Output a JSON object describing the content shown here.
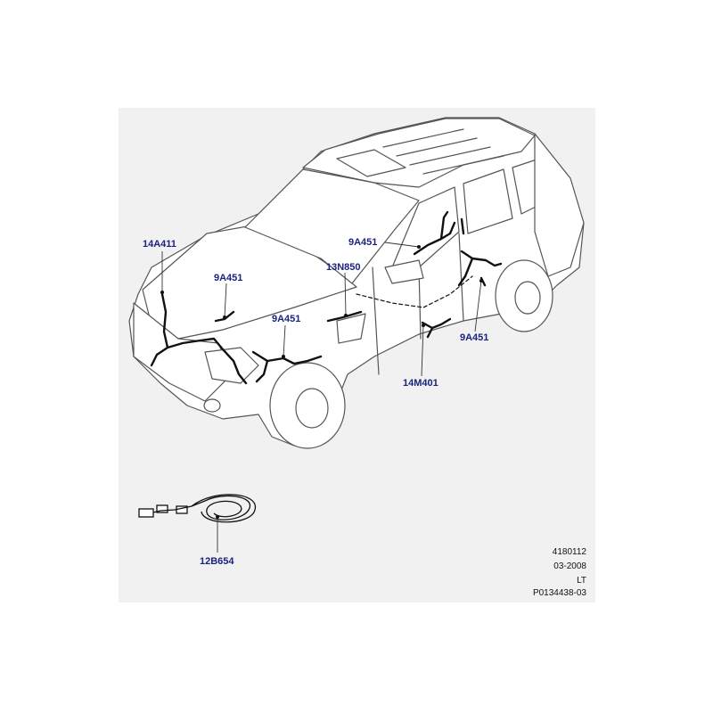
{
  "colors": {
    "panel": "#f1f1f1",
    "callout_text": "#1a237e",
    "outline": "#555555",
    "harness": "#111111"
  },
  "callouts": {
    "c14A411": "14A411",
    "c9A451_hood": "9A451",
    "c9A451_front": "9A451",
    "c13N850": "13N850",
    "c9A451_upper": "9A451",
    "c9A451_rear": "9A451",
    "c14M401": "14M401",
    "c12B654": "12B654"
  },
  "stamp": {
    "line1": "4180112",
    "line2": "03-2008",
    "line3": "LT",
    "line4": "P0134438-03"
  }
}
